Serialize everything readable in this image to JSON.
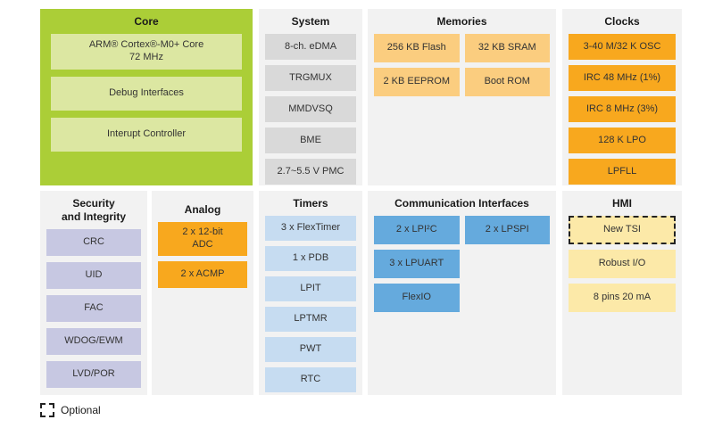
{
  "panels": {
    "core": {
      "title": "Core",
      "blocks": [
        "ARM® Cortex®-M0+ Core\n72 MHz",
        "Debug Interfaces",
        "Interupt Controller"
      ]
    },
    "system": {
      "title": "System",
      "blocks": [
        "8-ch. eDMA",
        "TRGMUX",
        "MMDVSQ",
        "BME",
        "2.7~5.5 V PMC"
      ]
    },
    "memories": {
      "title": "Memories",
      "blocks": [
        "256 KB Flash",
        "32 KB SRAM",
        "2 KB EEPROM",
        "Boot ROM"
      ]
    },
    "clocks": {
      "title": "Clocks",
      "blocks": [
        "3-40 M/32 K OSC",
        "IRC 48 MHz (1%)",
        "IRC 8 MHz (3%)",
        "128 K LPO",
        "LPFLL"
      ]
    },
    "security": {
      "title": "Security\nand Integrity",
      "blocks": [
        "CRC",
        "UID",
        "FAC",
        "WDOG/EWM",
        "LVD/POR"
      ]
    },
    "analog": {
      "title": "Analog",
      "blocks": [
        "2 x 12-bit\nADC",
        "2 x ACMP"
      ]
    },
    "timers": {
      "title": "Timers",
      "blocks": [
        "3 x FlexTimer",
        "1 x PDB",
        "LPIT",
        "LPTMR",
        "PWT",
        "RTC"
      ]
    },
    "communication": {
      "title": "Communication Interfaces",
      "blocks": [
        "2 x LPI²C",
        "2 x LPSPI",
        "3 x LPUART",
        "FlexIO"
      ]
    },
    "hmi": {
      "title": "HMI",
      "blocks": [
        "New TSI",
        "Robust I/O",
        "8 pins 20 mA"
      ]
    }
  },
  "legend": {
    "label": "Optional"
  },
  "palette": {
    "core_panel": "#abce37",
    "core_block": "#dce7a2",
    "panel_background": "#f2f2f2",
    "system_block": "#d9d9d9",
    "memories_block": "#fbcd7f",
    "orange_block": "#f8a81e",
    "security_block": "#c7c8e2",
    "timers_block": "#c6dcf1",
    "communication_block": "#65aadd",
    "hmi_block": "#fce9a8",
    "text": "#333333",
    "title_text": "#1a1a1a"
  }
}
